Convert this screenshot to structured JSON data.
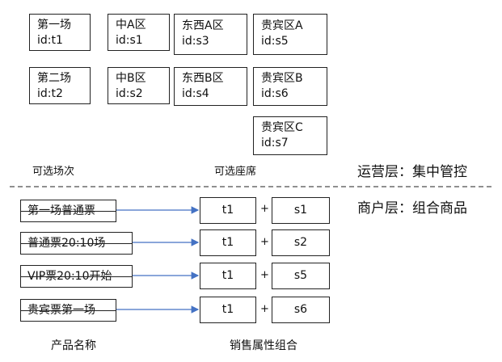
{
  "sessions": [
    {
      "name": "第一场",
      "id": "id:t1"
    },
    {
      "name": "第二场",
      "id": "id:t2"
    }
  ],
  "seats": [
    {
      "name": "中A区",
      "id": "id:s1"
    },
    {
      "name": "中B区",
      "id": "id:s2"
    },
    {
      "name": "东西A区",
      "id": "id:s3"
    },
    {
      "name": "东西B区",
      "id": "id:s4"
    },
    {
      "name": "贵宾区A",
      "id": "id:s5"
    },
    {
      "name": "贵宾区B",
      "id": "id:s6"
    },
    {
      "name": "贵宾区C",
      "id": "id:s7"
    }
  ],
  "captions": {
    "sessions": "可选场次",
    "seats": "可选座席",
    "products": "产品名称",
    "combos": "销售属性组合"
  },
  "layers": {
    "ops": "运营层：集中管控",
    "merchant": "商户层：组合商品"
  },
  "products": [
    {
      "name": "第一场普通票",
      "session": "t1",
      "seat": "s1"
    },
    {
      "name": "普通票20:10场",
      "session": "t1",
      "seat": "s2"
    },
    {
      "name": "VIP票20:10开始",
      "session": "t1",
      "seat": "s5"
    },
    {
      "name": "贵宾票第一场",
      "session": "t1",
      "seat": "s6"
    }
  ],
  "plus_sign": "+",
  "colors": {
    "arrow": "#4472C4",
    "border": "#222222",
    "text": "#111111"
  }
}
